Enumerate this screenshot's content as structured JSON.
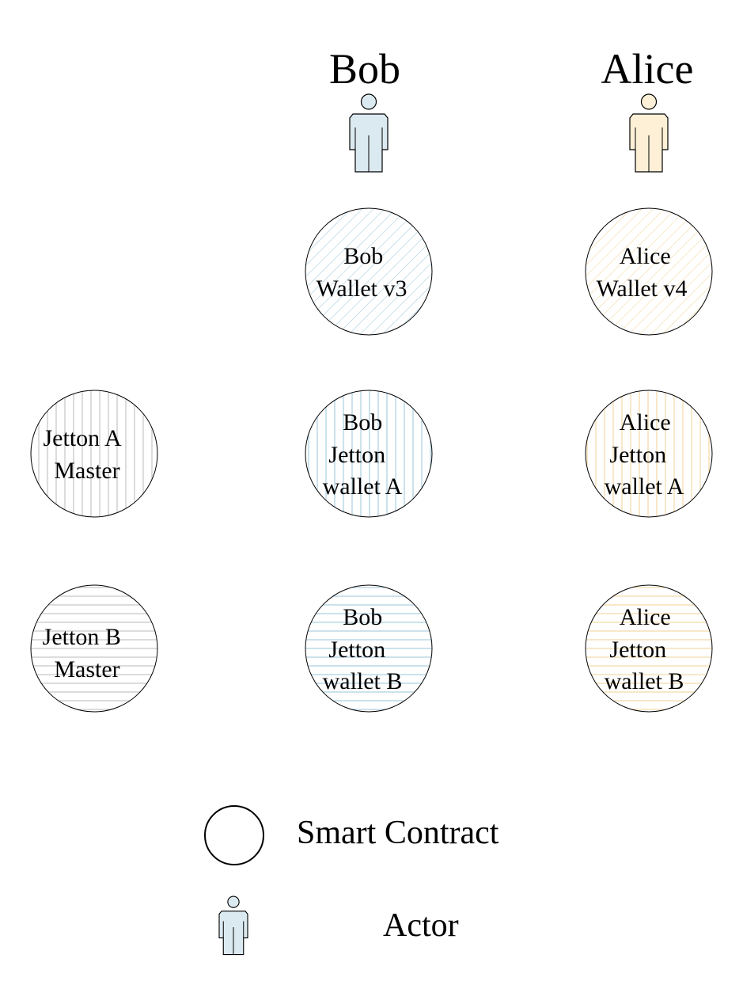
{
  "actors": [
    {
      "name": "Bob",
      "color": "#dbeaf0"
    },
    {
      "name": "Alice",
      "color": "#fdf0d6"
    }
  ],
  "nodes": {
    "bob_wallet": [
      "Bob",
      "Wallet v3"
    ],
    "alice_wallet": [
      "Alice",
      "Wallet v4"
    ],
    "jetton_a_master": [
      "Jetton A",
      "Master"
    ],
    "bob_jetton_a": [
      "Bob",
      "Jetton",
      "wallet A"
    ],
    "alice_jetton_a": [
      "Alice",
      "Jetton",
      "wallet A"
    ],
    "jetton_b_master": [
      "Jetton B",
      "Master"
    ],
    "bob_jetton_b": [
      "Bob",
      "Jetton",
      "wallet B"
    ],
    "alice_jetton_b": [
      "Alice",
      "Jetton",
      "wallet B"
    ]
  },
  "pattern_colors": {
    "bob": "#a9cde0",
    "alice": "#f3d9a6",
    "master": "#c4c4c4"
  },
  "legend": {
    "smart_contract": "Smart Contract",
    "actor": "Actor"
  }
}
